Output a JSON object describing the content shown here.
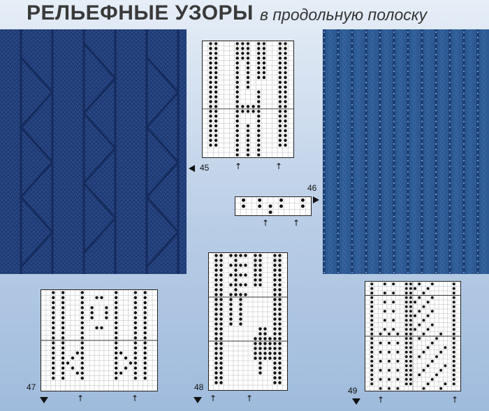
{
  "header": {
    "title_bold": "РЕЛЬЕФНЫЕ УЗОРЫ",
    "title_rest": "в продольную полоску"
  },
  "colors": {
    "photo1": "#1f3a72",
    "photo2": "#2d5a93",
    "chart_grid": "#b8b8b8",
    "chart_dot": "#111111"
  },
  "patterns": [
    {
      "number": "45",
      "marker": "left-triangle"
    },
    {
      "number": "46",
      "marker": "right-triangle"
    },
    {
      "number": "47",
      "marker": "down-triangle"
    },
    {
      "number": "48",
      "marker": "down-triangle"
    },
    {
      "number": "49",
      "marker": "down-triangle"
    }
  ],
  "arrow_glyph": "↑"
}
